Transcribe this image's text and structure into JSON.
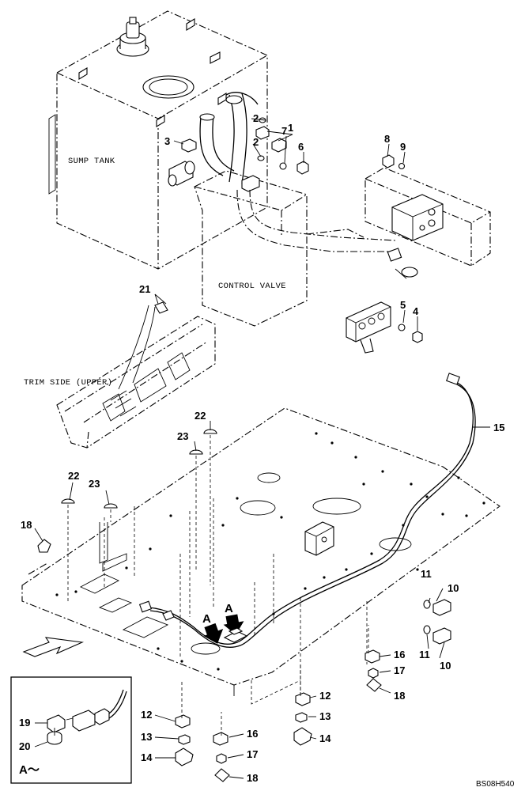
{
  "labels": {
    "sump_tank": "SUMP TANK",
    "control_valve": "CONTROL VALVE",
    "trim_side": "TRIM SIDE (UPPER)",
    "view_a_1": "A",
    "view_a_2": "A",
    "inset_title": "A～",
    "drawing_ref": "BS08H540"
  },
  "callouts": {
    "c1": "1",
    "c2a": "2",
    "c2b": "2",
    "c3": "3",
    "c4": "4",
    "c5": "5",
    "c6": "6",
    "c7": "7",
    "c8": "8",
    "c9": "9",
    "c10a": "10",
    "c10b": "10",
    "c11a": "11",
    "c11b": "11",
    "c12a": "12",
    "c12b": "12",
    "c13a": "13",
    "c13b": "13",
    "c14a": "14",
    "c14b": "14",
    "c15": "15",
    "c16a": "16",
    "c16b": "16",
    "c17a": "17",
    "c17b": "17",
    "c18a": "18",
    "c18b": "18",
    "c18c": "18",
    "c19": "19",
    "c20": "20",
    "c21": "21",
    "c22a": "22",
    "c22b": "22",
    "c23a": "23",
    "c23b": "23"
  }
}
